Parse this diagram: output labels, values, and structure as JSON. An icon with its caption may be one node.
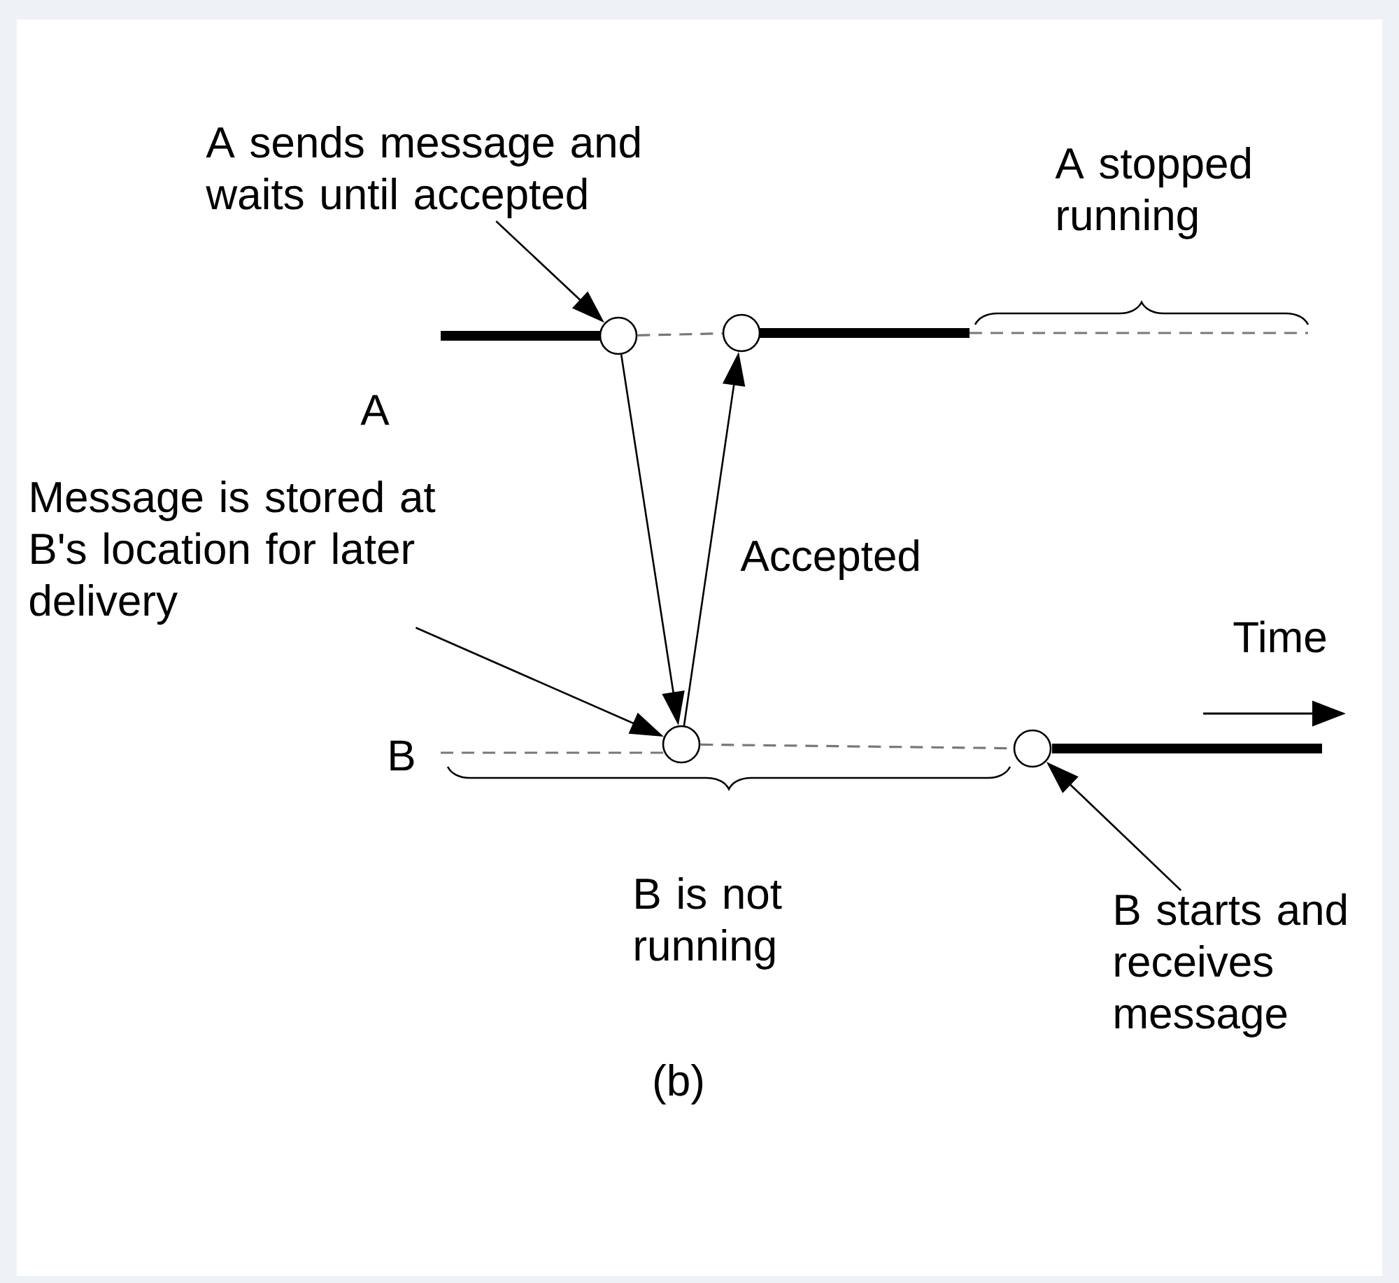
{
  "diagram": {
    "nodes": [
      {
        "text": [],
        "shape": "circle"
      },
      {
        "text": [],
        "shape": "circle"
      },
      {
        "text": [],
        "shape": "circle"
      },
      {
        "text": [],
        "shape": "circle"
      },
      {
        "text": [
          "A sends message and waits until accepted"
        ]
      },
      {
        "text": [
          "Message is stored at B's location for later delivery"
        ]
      },
      {
        "text": [
          "B starts and receives message"
        ]
      }
    ],
    "edges": [
      {
        "from": 0,
        "to": 2,
        "arrow": "to"
      },
      {
        "from": 2,
        "to": 1,
        "arrow": "to",
        "label": "Accepted"
      },
      {
        "from": 4,
        "to": 0,
        "arrow": "to"
      },
      {
        "from": 5,
        "to": 2,
        "arrow": "to"
      },
      {
        "from": 6,
        "to": 3,
        "arrow": "to"
      },
      {
        "from": 0,
        "to": 1,
        "arrow": "none",
        "style": "dashed",
        "color": "#787878"
      },
      {
        "from": 2,
        "to": 3,
        "arrow": "none",
        "style": "dashed",
        "color": "#787878"
      }
    ],
    "labels": [
      "A stopped running",
      "A",
      "Time",
      "B",
      "B is not running",
      "(b)"
    ]
  }
}
